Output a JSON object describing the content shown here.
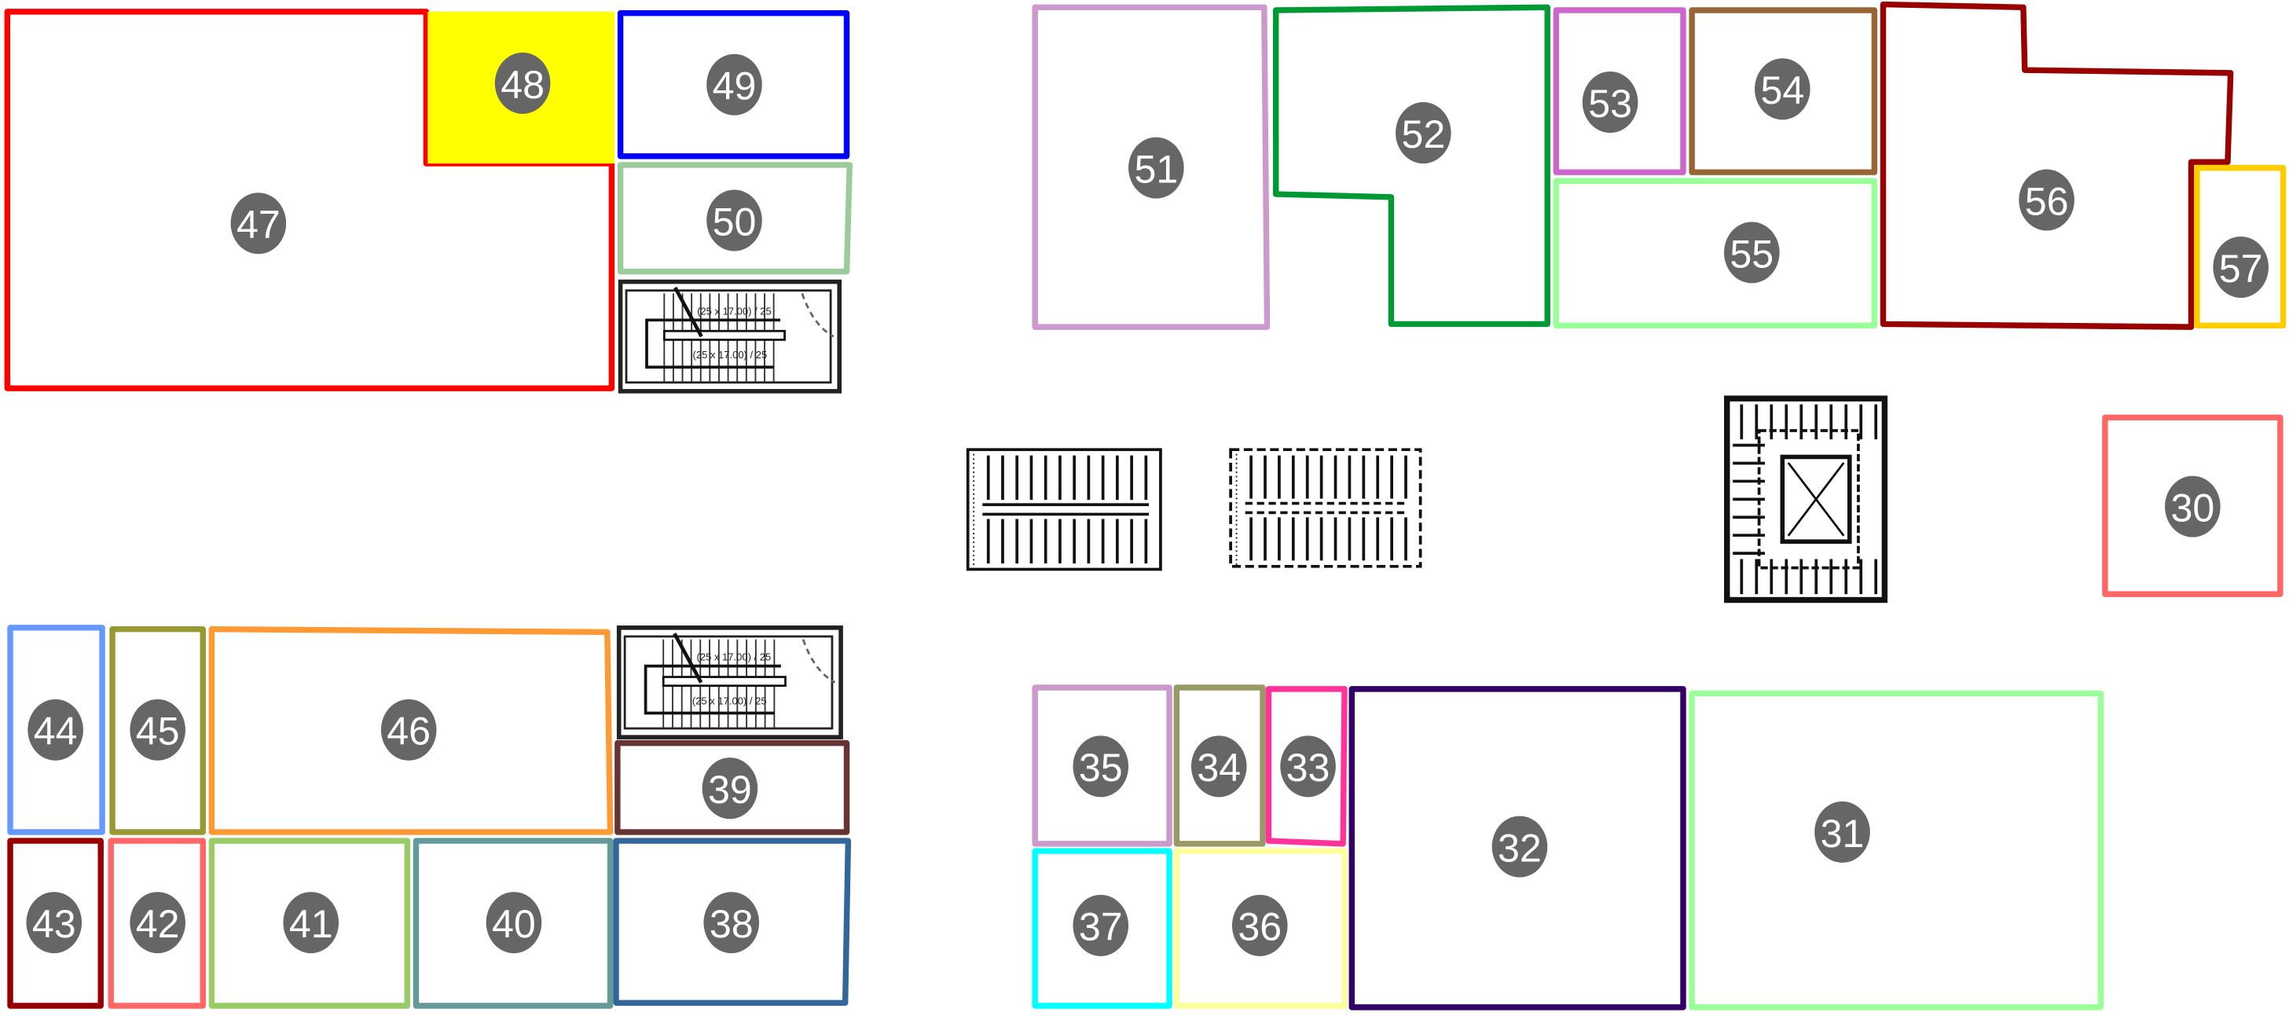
{
  "rooms": [
    {
      "id": "47",
      "color": "#ff0000",
      "fill": "none"
    },
    {
      "id": "48",
      "color": "#ffff00",
      "fill": "#ffff00"
    },
    {
      "id": "49",
      "color": "#0000ff",
      "fill": "none"
    },
    {
      "id": "50",
      "color": "#99cc99",
      "fill": "none"
    },
    {
      "id": "51",
      "color": "#cc99cc",
      "fill": "none"
    },
    {
      "id": "52",
      "color": "#009933",
      "fill": "none"
    },
    {
      "id": "53",
      "color": "#cc66cc",
      "fill": "none"
    },
    {
      "id": "54",
      "color": "#996633",
      "fill": "none"
    },
    {
      "id": "55",
      "color": "#99ff99",
      "fill": "none"
    },
    {
      "id": "56",
      "color": "#990000",
      "fill": "none"
    },
    {
      "id": "57",
      "color": "#ffcc00",
      "fill": "none"
    },
    {
      "id": "30",
      "color": "#ff6666",
      "fill": "none"
    },
    {
      "id": "44",
      "color": "#6699ff",
      "fill": "none"
    },
    {
      "id": "45",
      "color": "#999933",
      "fill": "none"
    },
    {
      "id": "46",
      "color": "#ff9933",
      "fill": "none"
    },
    {
      "id": "39",
      "color": "#663333",
      "fill": "none"
    },
    {
      "id": "43",
      "color": "#990000",
      "fill": "none"
    },
    {
      "id": "42",
      "color": "#ff6666",
      "fill": "none"
    },
    {
      "id": "41",
      "color": "#99cc66",
      "fill": "none"
    },
    {
      "id": "40",
      "color": "#669999",
      "fill": "none"
    },
    {
      "id": "38",
      "color": "#336699",
      "fill": "none"
    },
    {
      "id": "35",
      "color": "#cc99cc",
      "fill": "none"
    },
    {
      "id": "34",
      "color": "#999966",
      "fill": "none"
    },
    {
      "id": "33",
      "color": "#ff3399",
      "fill": "none"
    },
    {
      "id": "37",
      "color": "#00ffff",
      "fill": "none"
    },
    {
      "id": "36",
      "color": "#ffff99",
      "fill": "none"
    },
    {
      "id": "32",
      "color": "#330066",
      "fill": "none"
    },
    {
      "id": "31",
      "color": "#99ff99",
      "fill": "none"
    }
  ],
  "label_badge_color": "#666666",
  "stairs": [
    {
      "name": "stair-top-left",
      "upper_text": "(25 x 17.00) / 25",
      "lower_text": "(25 x 17.00) / 25"
    },
    {
      "name": "stair-bottom-left",
      "upper_text": "(25 x 17.00) / 25",
      "lower_text": "(25 x 17.00) / 25"
    },
    {
      "name": "stair-middle-1"
    },
    {
      "name": "stair-middle-2"
    },
    {
      "name": "stair-core"
    }
  ]
}
